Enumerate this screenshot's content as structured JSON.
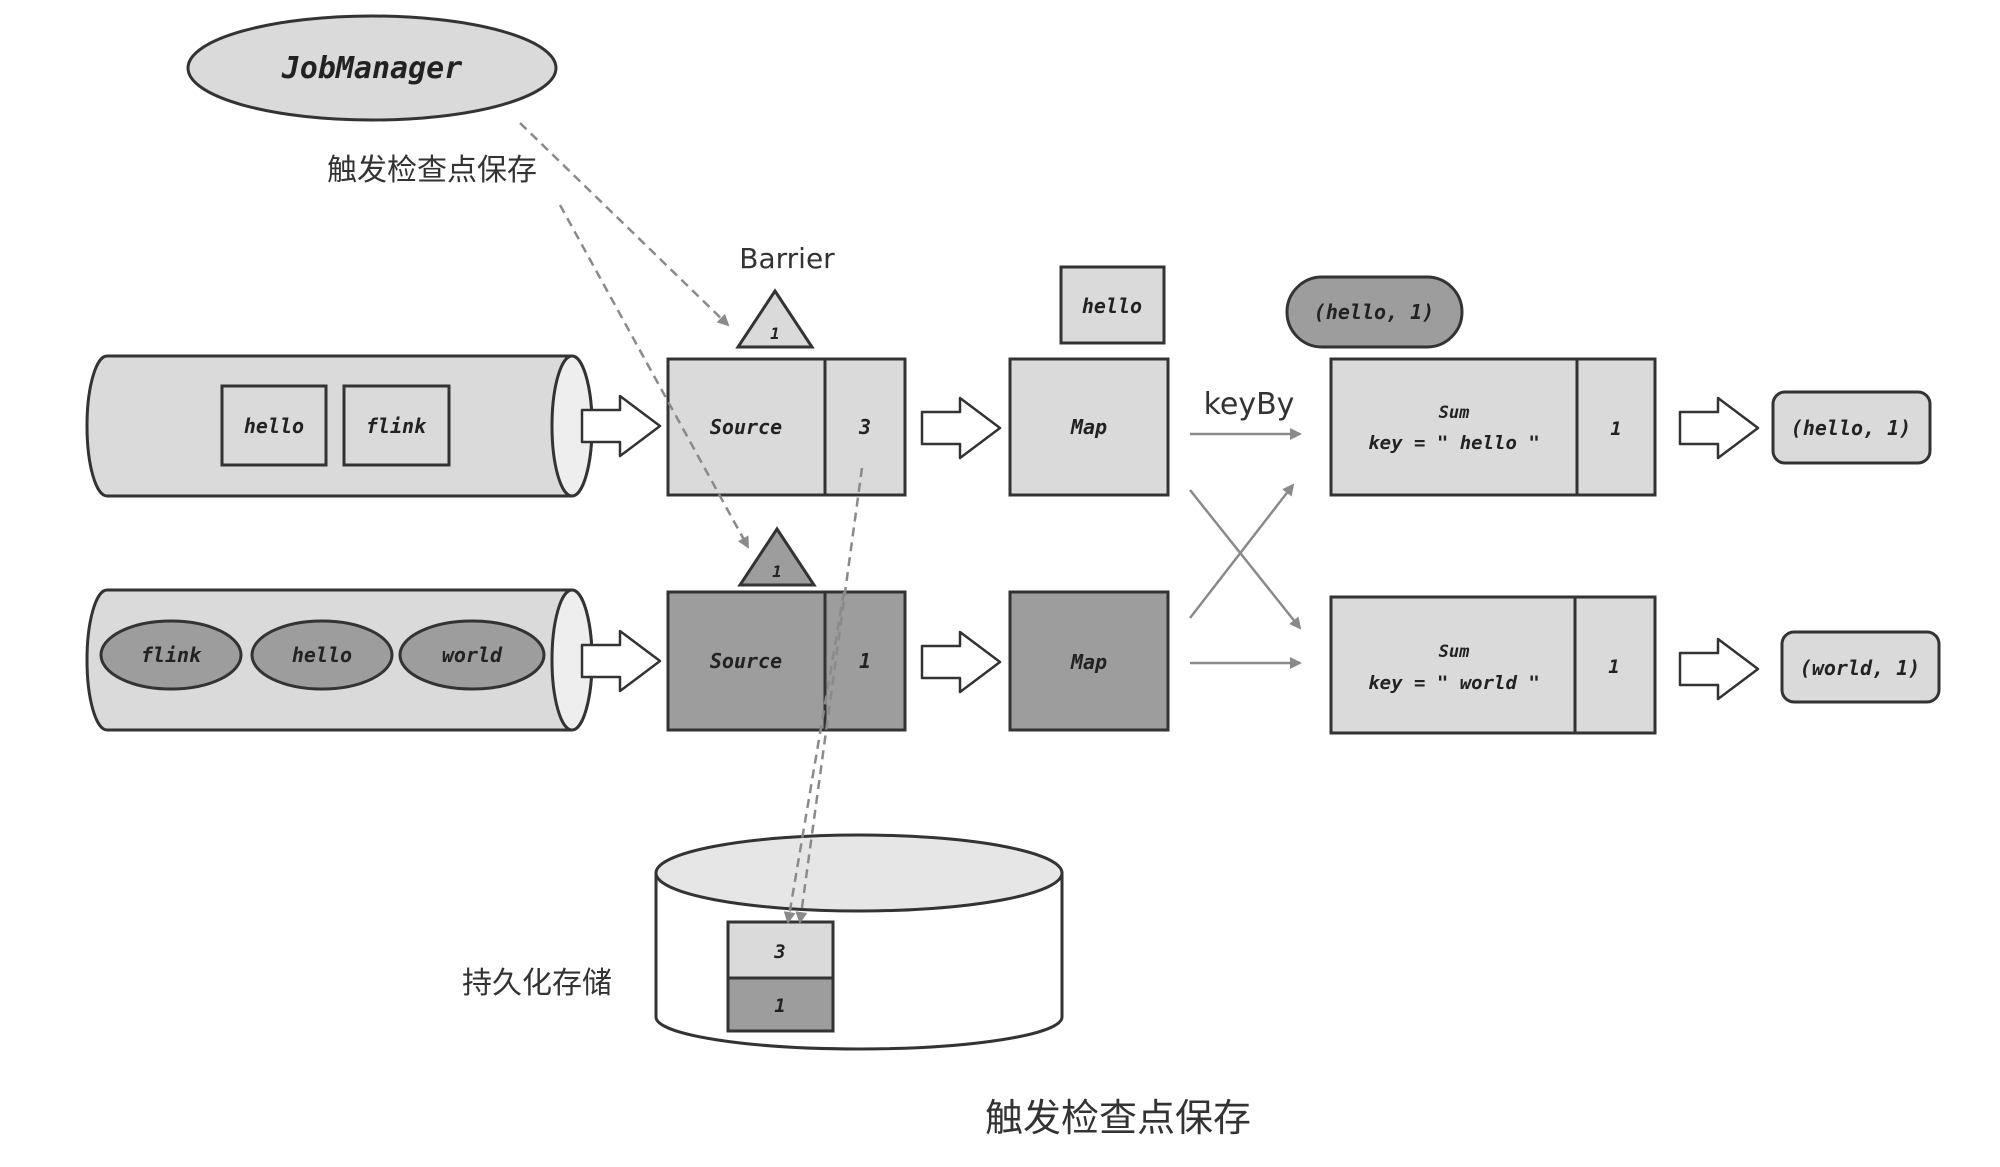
{
  "job_manager": {
    "label": "JobManager"
  },
  "trigger_label": "触发检查点保存",
  "barrier_label": "Barrier",
  "partitions": {
    "top": {
      "items": [
        "hello",
        "flink"
      ]
    },
    "bottom": {
      "items": [
        "flink",
        "hello",
        "world"
      ]
    }
  },
  "sources": {
    "top": {
      "label": "Source",
      "offset": "3"
    },
    "bottom": {
      "label": "Source",
      "offset": "1"
    }
  },
  "barrier_markers": {
    "top": "1",
    "bottom": "1"
  },
  "maps": {
    "top": {
      "label": "Map",
      "in_flight": "hello"
    },
    "bottom": {
      "label": "Map"
    }
  },
  "keyby_label": "keyBy",
  "sums": {
    "top": {
      "title": "Sum",
      "key": "key = \" hello \"",
      "count": "1",
      "in_flight": "(hello, 1)"
    },
    "bottom": {
      "title": "Sum",
      "key": "key = \" world \"",
      "count": "1"
    }
  },
  "outputs": {
    "top": "(hello, 1)",
    "bottom": "(world, 1)"
  },
  "storage": {
    "label": "持久化存储",
    "slots": [
      "3",
      "1"
    ]
  },
  "caption": "触发检查点保存"
}
